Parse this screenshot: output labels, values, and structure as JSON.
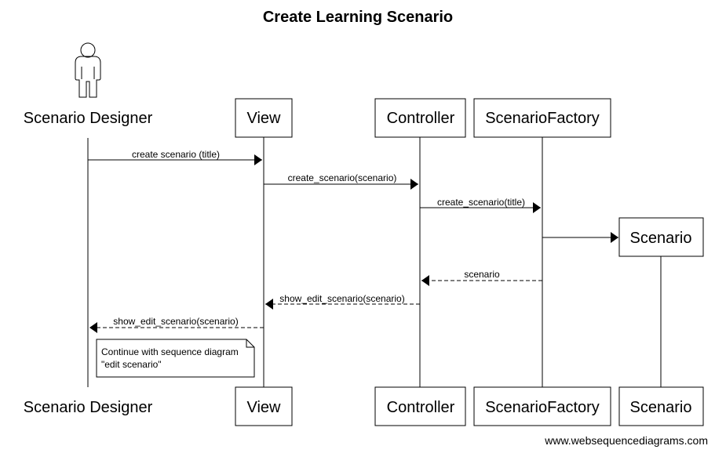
{
  "diagram": {
    "title": "Create Learning Scenario",
    "participants": {
      "designer": "Scenario Designer",
      "view": "View",
      "controller": "Controller",
      "factory": "ScenarioFactory",
      "scenario": "Scenario"
    },
    "messages": [
      {
        "label": "create scenario (title)",
        "from": "designer",
        "to": "view",
        "style": "solid"
      },
      {
        "label": "create_scenario(scenario)",
        "from": "view",
        "to": "controller",
        "style": "solid"
      },
      {
        "label": "create_scenario(title)",
        "from": "controller",
        "to": "factory",
        "style": "solid"
      },
      {
        "label": "",
        "from": "factory",
        "to": "scenario",
        "style": "solid",
        "creates": true
      },
      {
        "label": "scenario",
        "from": "factory",
        "to": "controller",
        "style": "dashed"
      },
      {
        "label": "show_edit_scenario(scenario)",
        "from": "controller",
        "to": "view",
        "style": "dashed"
      },
      {
        "label": "show_edit_scenario(scenario)",
        "from": "view",
        "to": "designer",
        "style": "dashed"
      }
    ],
    "note": {
      "line1": "Continue with sequence diagram",
      "line2": "\"edit scenario\""
    },
    "footer": "www.websequencediagrams.com"
  }
}
